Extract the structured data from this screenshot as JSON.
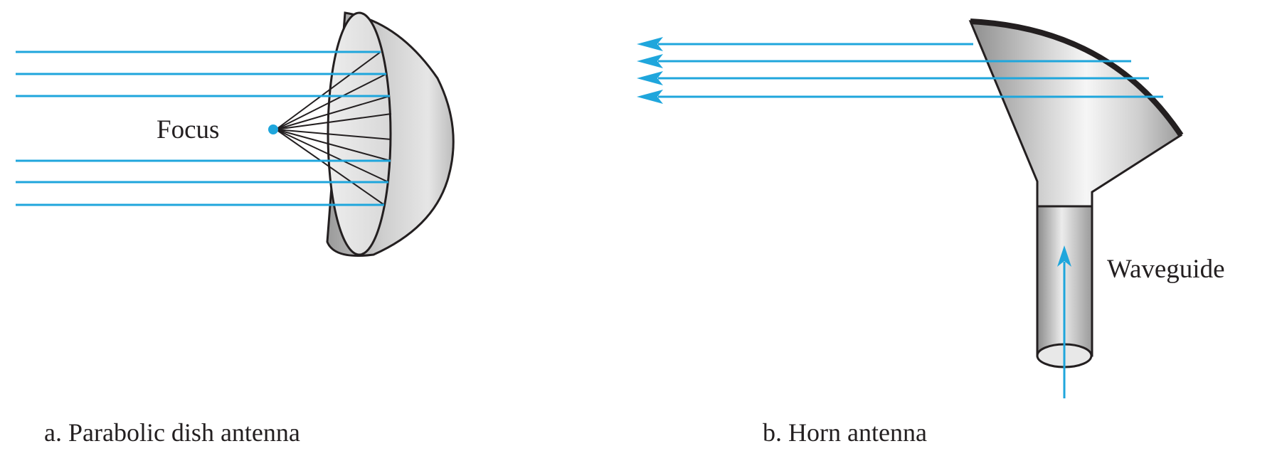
{
  "labels": {
    "focus": "Focus",
    "waveguide": "Waveguide"
  },
  "captions": {
    "dish": "a. Parabolic dish antenna",
    "horn": "b. Horn antenna"
  },
  "colors": {
    "ray": "#1fa6dc",
    "outline": "#231f20",
    "metal_light": "#f4f4f4",
    "metal_mid": "#c8c8c8",
    "metal_dark": "#8c8c8c"
  }
}
